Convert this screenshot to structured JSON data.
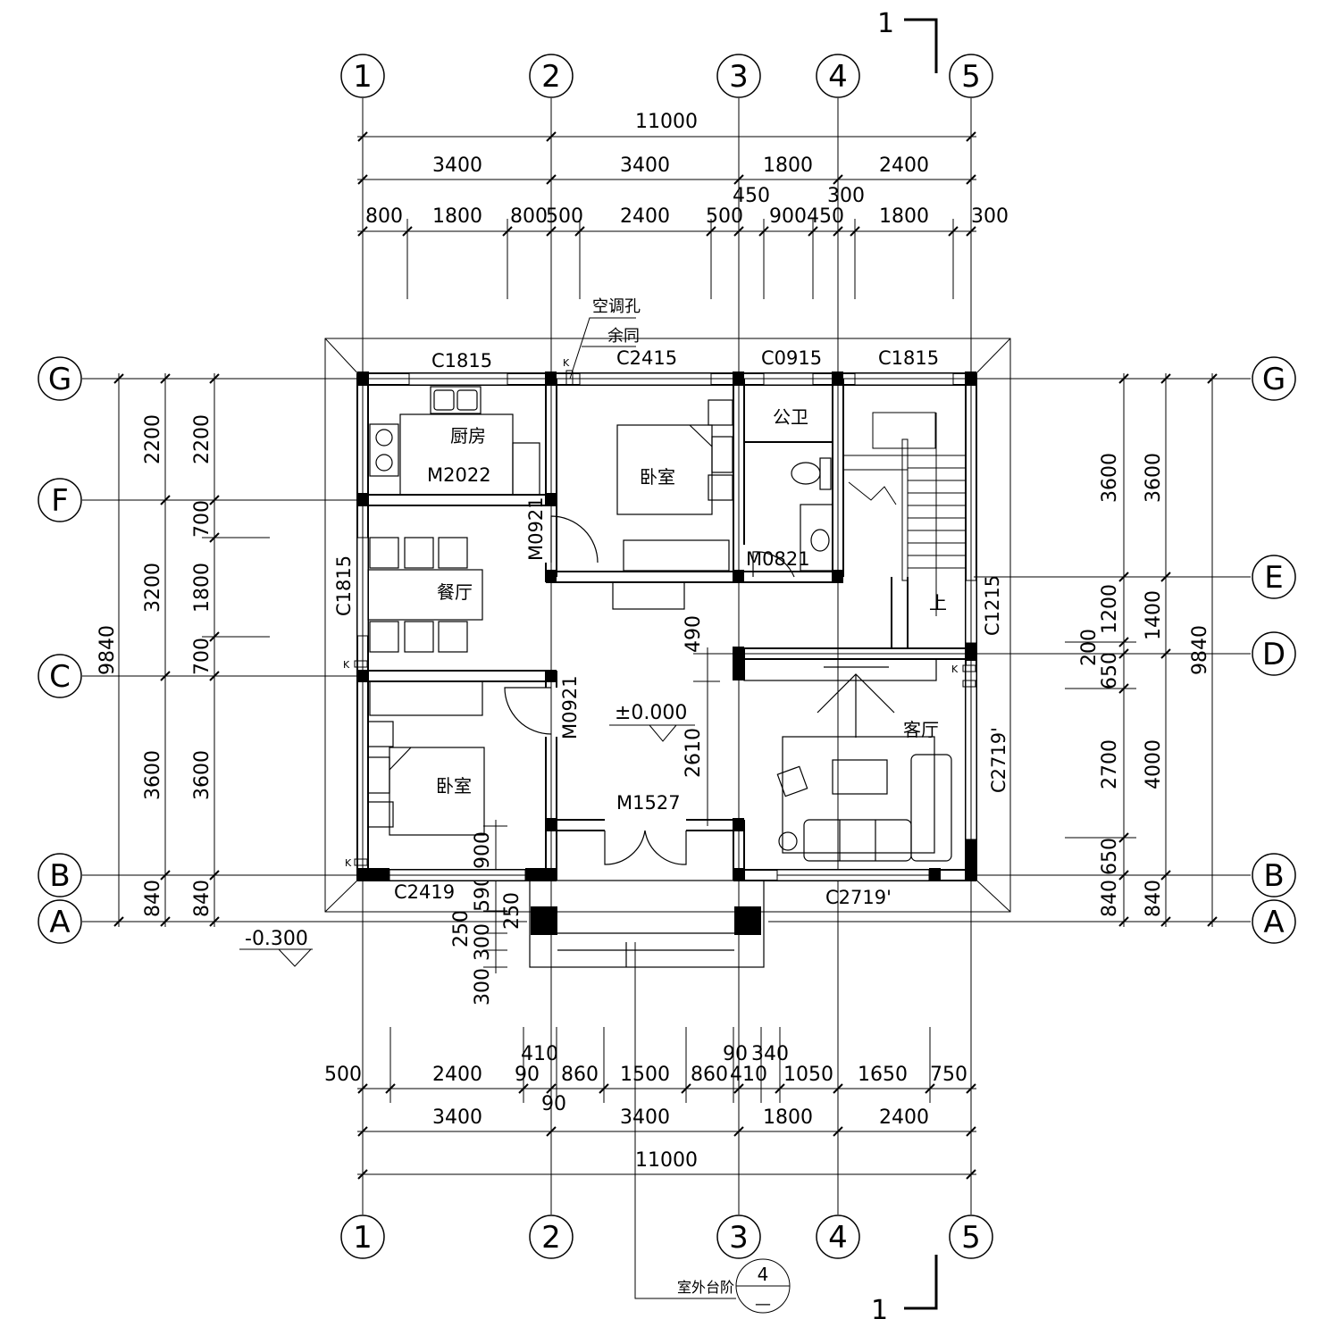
{
  "axes": {
    "vertical": [
      "1",
      "2",
      "3",
      "4",
      "5"
    ],
    "horizontal": [
      "A",
      "B",
      "C",
      "D",
      "E",
      "F",
      "G"
    ]
  },
  "section_mark": "1",
  "dims": {
    "top_total": "11000",
    "top_bays": [
      "3400",
      "3400",
      "1800",
      "2400"
    ],
    "top_detail": [
      "800",
      "1800",
      "800",
      "500",
      "2400",
      "500",
      "900",
      "450",
      "1800",
      "300"
    ],
    "top_extra": [
      "450",
      "300"
    ],
    "bottom_total": "11000",
    "bottom_bays": [
      "3400",
      "3400",
      "1800",
      "2400"
    ],
    "bottom_detail": [
      "500",
      "2400",
      "90",
      "860",
      "1500",
      "860",
      "410",
      "1050",
      "1650",
      "750"
    ],
    "bottom_extra": [
      "410",
      "90",
      "90",
      "340"
    ],
    "left_total": "9840",
    "left_outer": [
      "2200",
      "3200",
      "3600",
      "840"
    ],
    "left_inner": [
      "2200",
      "700",
      "1800",
      "700",
      "3600",
      "840"
    ],
    "right_total": "9840",
    "right_outer": [
      "3600",
      "1400",
      "4000",
      "840"
    ],
    "right_inner": [
      "3600",
      "1200",
      "200",
      "650",
      "2700",
      "650",
      "840"
    ],
    "middle": [
      "490",
      "2610"
    ],
    "steps": [
      "900",
      "590",
      "250",
      "250",
      "300",
      "300"
    ]
  },
  "rooms": {
    "kitchen": "厨房",
    "bedroom_top": "卧室",
    "toilet": "公卫",
    "dining": "餐厅",
    "living": "客厅",
    "bedroom_bottom": "卧室",
    "stair_up": "上"
  },
  "openings": {
    "c1815_top_left": "C1815",
    "c2415": "C2415",
    "c0915": "C0915",
    "c1815_top_right": "C1815",
    "m2022": "M2022",
    "m0921_top": "M0921",
    "m0821": "M0821",
    "c1815_left": "C1815",
    "c1215": "C1215",
    "m0921_mid": "M0921",
    "m1527": "M1527",
    "c2719_right": "C2719'",
    "c2419": "C2419",
    "c2719_bottom": "C2719'"
  },
  "annotations": {
    "ac_hole": "空调孔",
    "ac_same": "余同",
    "k_mark": "K",
    "level_indoor": "±0.000",
    "level_outdoor": "-0.300",
    "outdoor_steps": "室外台阶",
    "detail_num": "4",
    "detail_sheet": "—"
  }
}
